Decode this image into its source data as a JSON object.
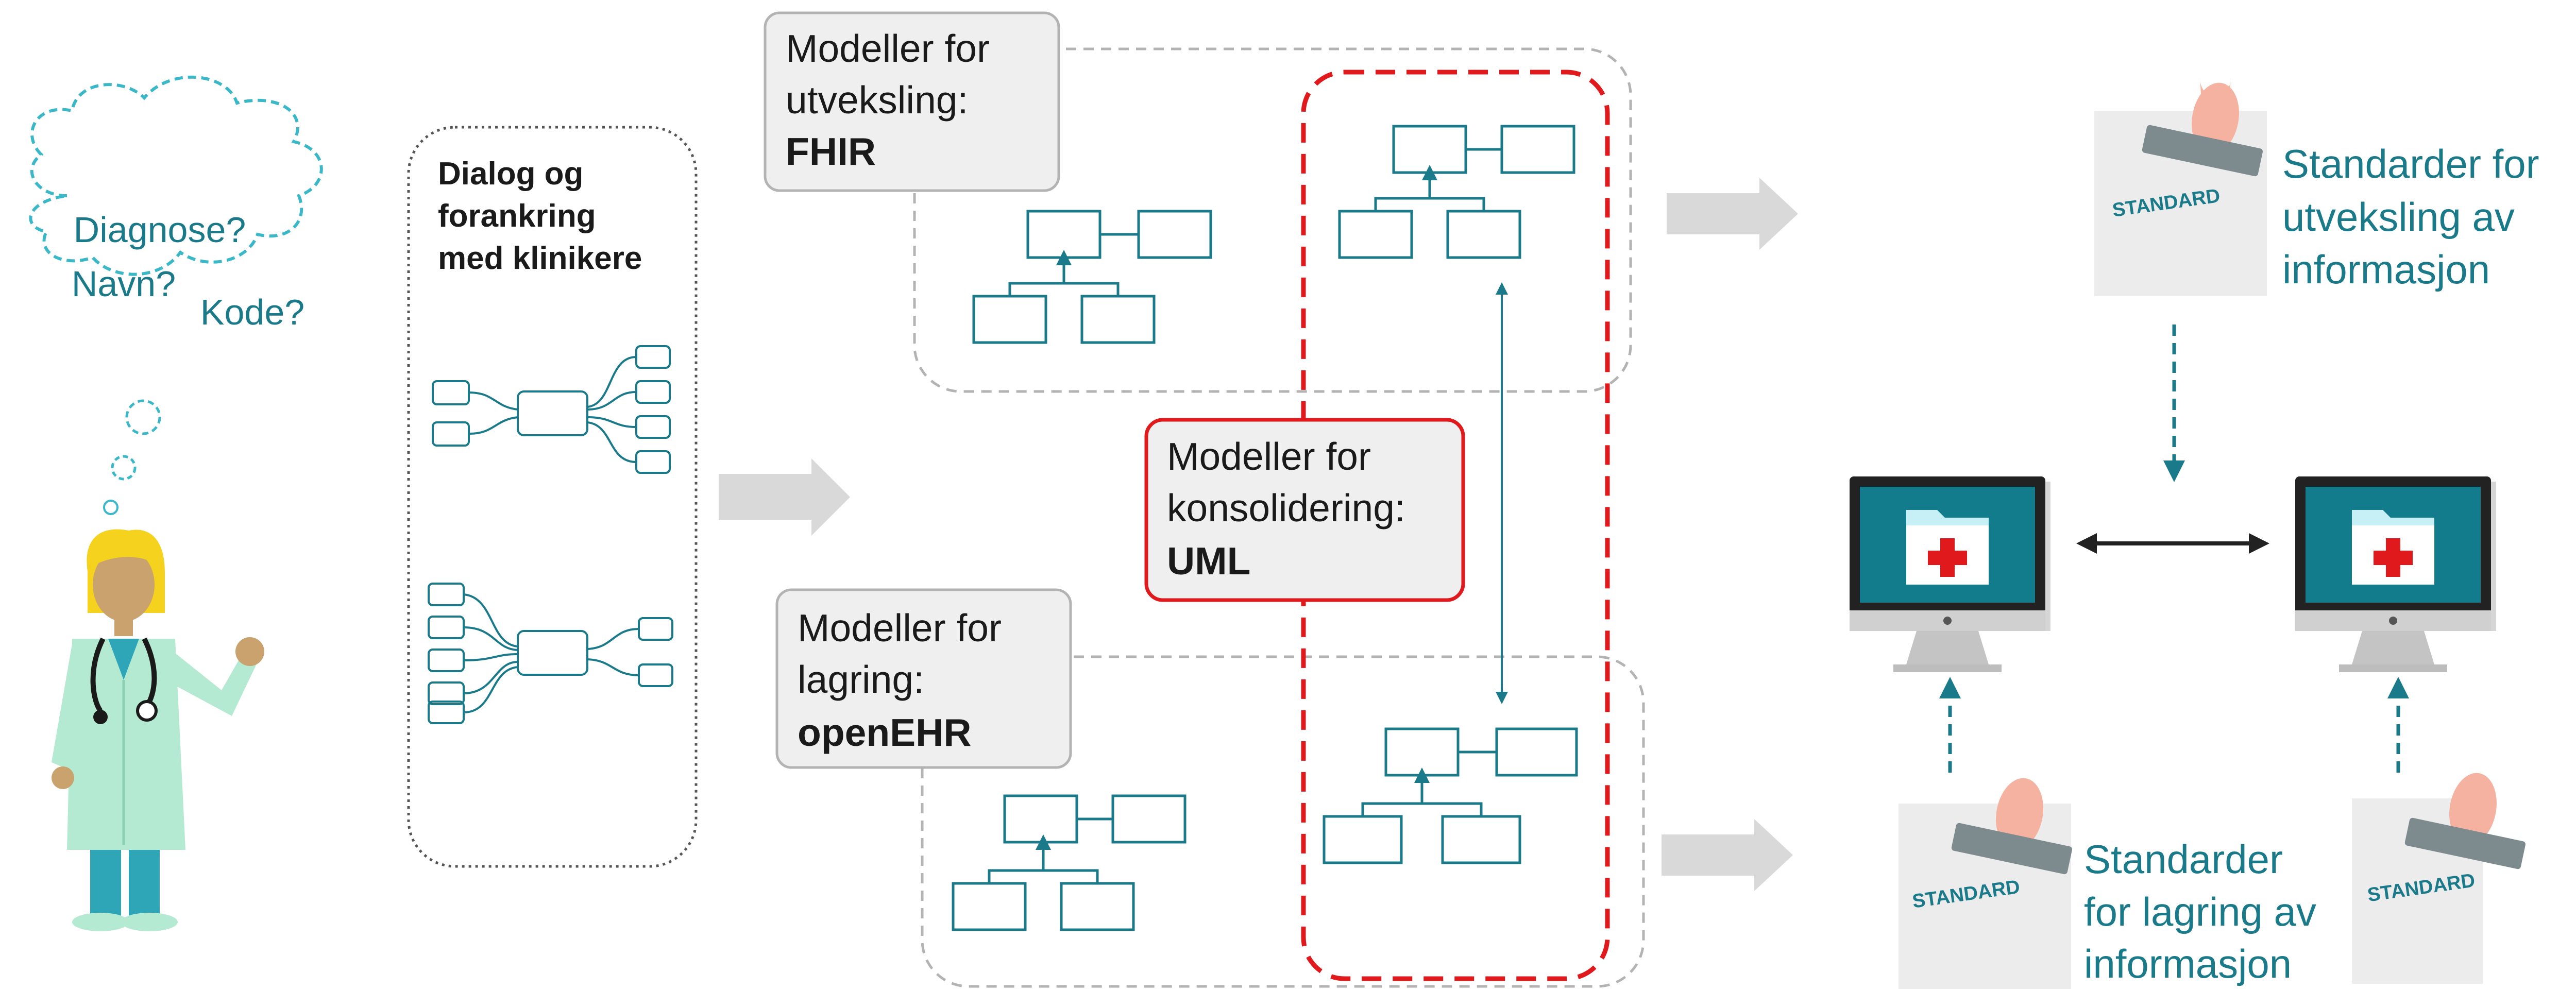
{
  "thought_bubble": {
    "line1": "Diagnose?",
    "line2": "Navn?",
    "line3": "Kode?"
  },
  "dialog_box": {
    "line1": "Dialog og",
    "line2": "forankring",
    "line3": "med klinikere"
  },
  "fhir_callout": {
    "line1": "Modeller for",
    "line2": "utveksling:",
    "bold": "FHIR"
  },
  "uml_callout": {
    "line1": "Modeller for",
    "line2": "konsolidering:",
    "bold": "UML"
  },
  "openehr_callout": {
    "line1": "Modeller for",
    "line2": "lagring:",
    "bold": "openEHR"
  },
  "exchange_standards": {
    "line1": "Standarder for",
    "line2": "utveksling av",
    "line3": "informasjon",
    "stamp": "STANDARD"
  },
  "storage_standards": {
    "line1": "Standarder",
    "line2": "for lagring av",
    "line3": "informasjon",
    "stamp_left": "STANDARD",
    "stamp_right": "STANDARD"
  },
  "colors": {
    "teal": "#1a7a8a",
    "red": "#e0191c",
    "gray_arrow": "#d9d9d9",
    "dashed_gray": "#b3b3b3",
    "callout_fill": "#efefef"
  }
}
